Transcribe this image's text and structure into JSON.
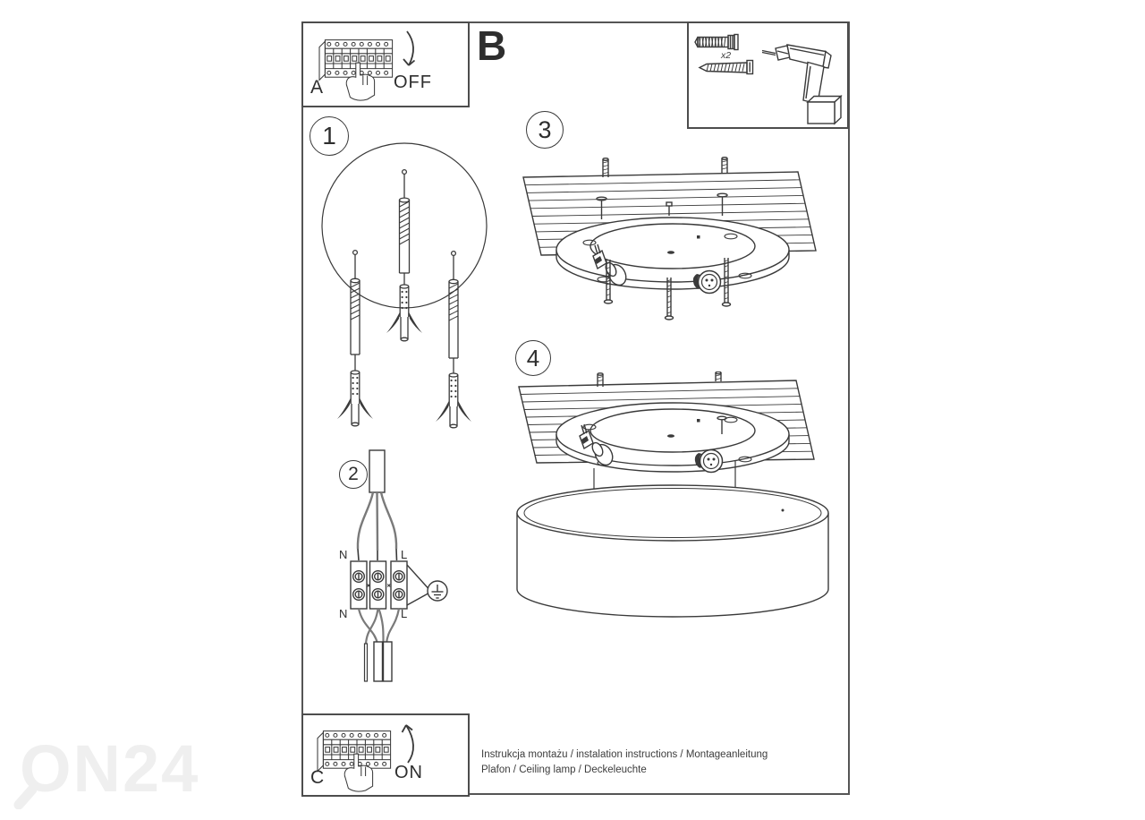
{
  "watermark": {
    "text": "ON24"
  },
  "switch_off_box": {
    "label": "A",
    "action_label": "OFF"
  },
  "section_b": {
    "label": "B"
  },
  "switch_on_box": {
    "label": "C",
    "action_label": "ON"
  },
  "tools_box": {
    "quantity_label": "x2"
  },
  "steps": {
    "step1": {
      "number": "1"
    },
    "step2": {
      "number": "2"
    },
    "step3": {
      "number": "3"
    },
    "step4": {
      "number": "4"
    }
  },
  "wiring_labels": {
    "neutral_top": "N",
    "line_top": "L",
    "neutral_bottom": "N",
    "line_bottom": "L"
  },
  "footer": {
    "line1": "Instrukcja montażu / instalation instructions / Montageanleitung",
    "line2": "Plafon / Ceiling lamp / Deckeleuchte"
  },
  "colors": {
    "line_art": "#3a3a3a",
    "wire": "#7a7a7a",
    "frame": "#555555",
    "watermark": "#efefef"
  }
}
